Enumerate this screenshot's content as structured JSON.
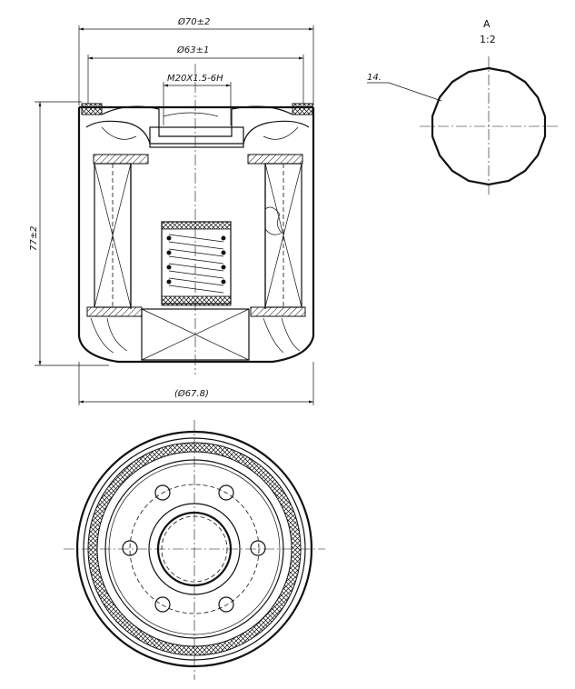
{
  "dimensions": {
    "outer_diameter": "Ø70±2",
    "inner_diameter": "Ø63±1",
    "thread": "M20X1.5-6H",
    "height": "77±2",
    "body_diameter": "(Ø67.8)"
  },
  "detail_view": {
    "label": "A",
    "scale": "1:2",
    "callout": "14."
  },
  "colors": {
    "line": "#111111",
    "background": "#ffffff"
  }
}
